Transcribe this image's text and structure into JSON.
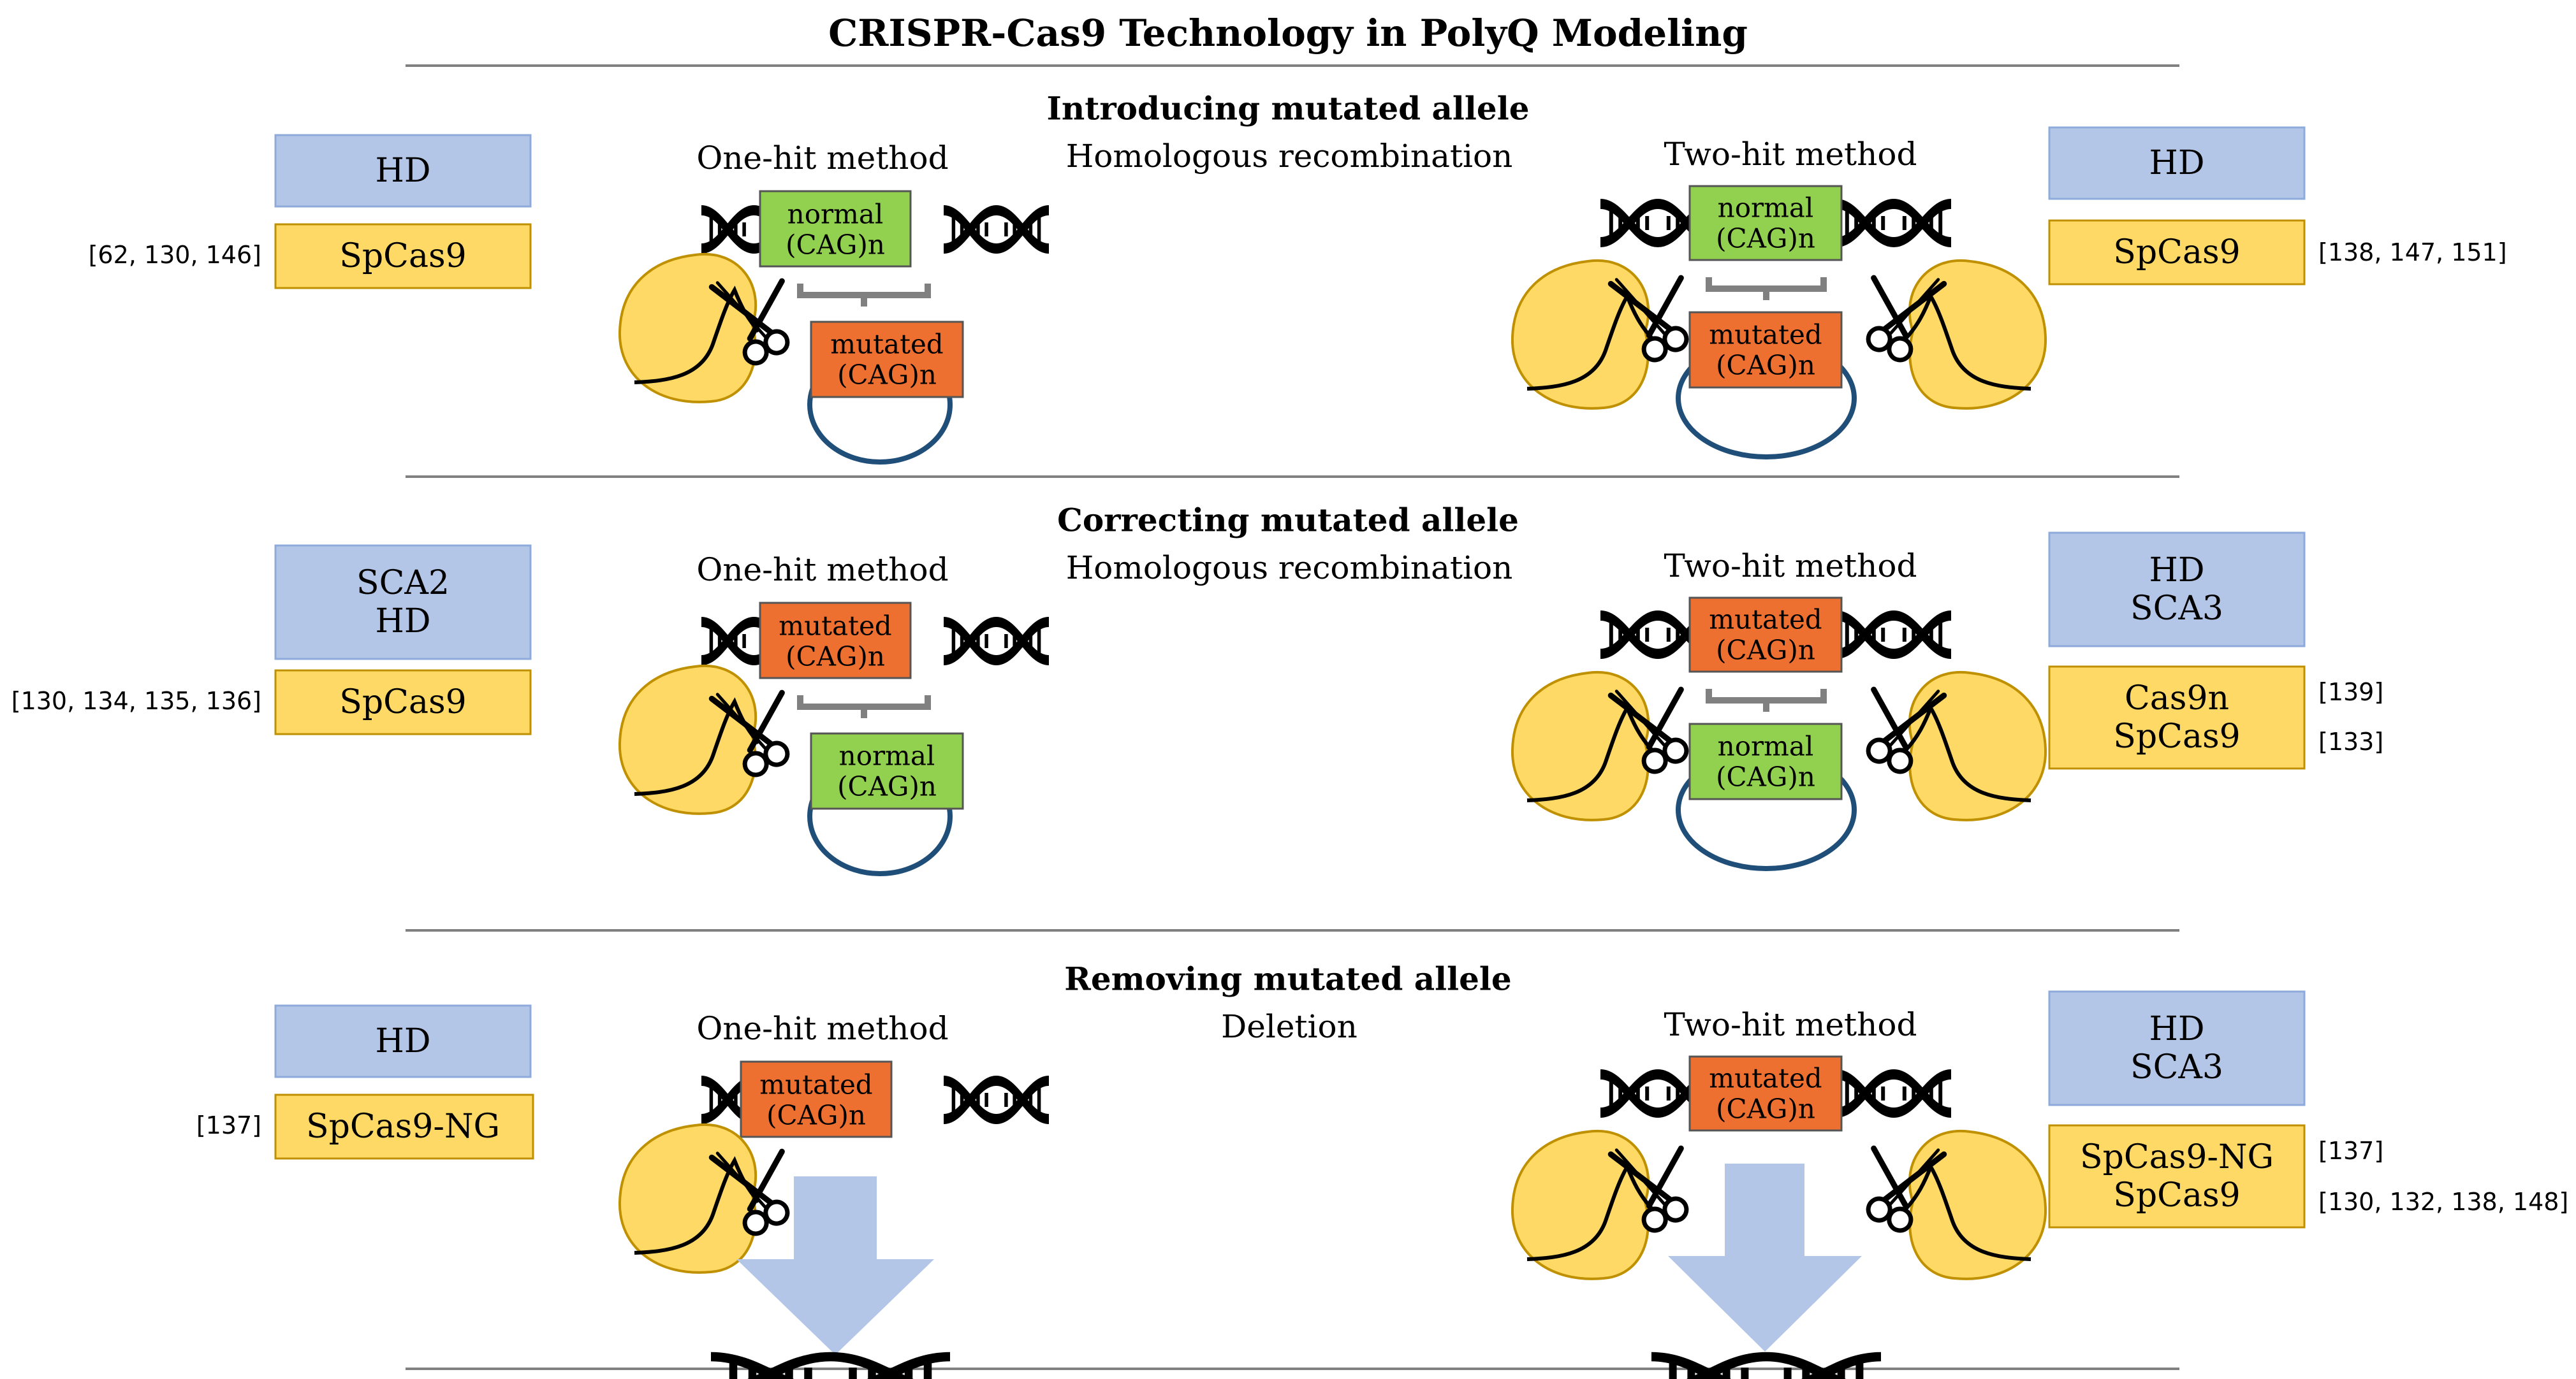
{
  "title": "CRISPR-Cas9 Technology in PolyQ Modeling",
  "colors": {
    "disease_box": "#b4c6e7",
    "enzyme_box": "#ffd966",
    "normal_box": "#92d050",
    "mutated_box": "#ed7031",
    "cas_protein": "#ffd966",
    "plasmid": "#1f4e79",
    "arrow": "#b4c6e7",
    "rule": "#808080"
  },
  "icons": [
    "dna-helix-icon",
    "cas9-protein-icon",
    "scissors-icon",
    "plasmid-ring-icon",
    "down-arrow-icon"
  ],
  "sections": [
    {
      "heading": "Introducing mutated allele",
      "center_label": "Homologous recombination",
      "one_hit": {
        "label": "One-hit method",
        "target": "normal\n(CAG)n",
        "donor": "mutated\n(CAG)n"
      },
      "two_hit": {
        "label": "Two-hit method",
        "target": "normal\n(CAG)n",
        "donor": "mutated\n(CAG)n"
      },
      "left": {
        "disease": "HD",
        "enzyme": "SpCas9",
        "refs": "[62, 130, 146]"
      },
      "right": {
        "disease": "HD",
        "enzyme": "SpCas9",
        "refs": [
          "[138, 147, 151]"
        ]
      }
    },
    {
      "heading": "Correcting mutated allele",
      "center_label": "Homologous recombination",
      "one_hit": {
        "label": "One-hit method",
        "target": "mutated\n(CAG)n",
        "donor": "normal\n(CAG)n"
      },
      "two_hit": {
        "label": "Two-hit method",
        "target": "mutated\n(CAG)n",
        "donor": "normal\n(CAG)n"
      },
      "left": {
        "disease": "SCA2\nHD",
        "enzyme": "SpCas9",
        "refs": "[130, 134, 135, 136]"
      },
      "right": {
        "disease": "HD\nSCA3",
        "enzyme": "Cas9n\nSpCas9",
        "refs": [
          "[139]",
          "[133]"
        ]
      }
    },
    {
      "heading": "Removing mutated allele",
      "center_label": "Deletion",
      "one_hit": {
        "label": "One-hit method",
        "target": "mutated\n(CAG)n"
      },
      "two_hit": {
        "label": "Two-hit method",
        "target": "mutated\n(CAG)n"
      },
      "left": {
        "disease": "HD",
        "enzyme": "SpCas9-NG",
        "refs": "[137]"
      },
      "right": {
        "disease": "HD\nSCA3",
        "enzyme": "SpCas9-NG\nSpCas9",
        "refs": [
          "[137]",
          "[130, 132, 138, 148]"
        ]
      }
    }
  ]
}
